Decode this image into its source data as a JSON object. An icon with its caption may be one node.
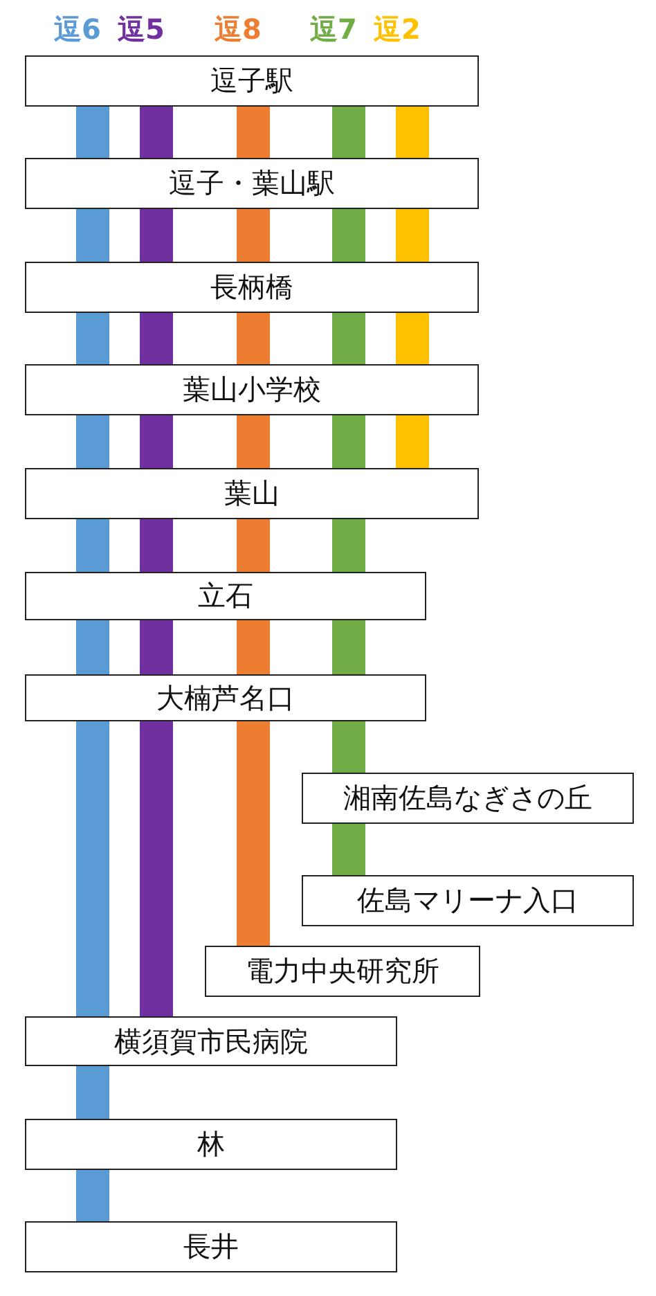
{
  "diagram": {
    "nodes": [
      {
        "text": [
          "逗子駅"
        ]
      },
      {
        "text": [
          "逗子・葉山駅"
        ]
      },
      {
        "text": [
          "長柄橋"
        ]
      },
      {
        "text": [
          "葉山小学校"
        ]
      },
      {
        "text": [
          "葉山"
        ]
      },
      {
        "text": [
          "立石"
        ]
      },
      {
        "text": [
          "大楠芦名口"
        ]
      },
      {
        "text": [
          "湘南佐島なぎさの丘"
        ]
      },
      {
        "text": [
          "佐島マリーナ入口"
        ]
      },
      {
        "text": [
          "電力中央研究所"
        ]
      },
      {
        "text": [
          "横須賀市民病院"
        ]
      },
      {
        "text": [
          "林"
        ]
      },
      {
        "text": [
          "長井"
        ]
      }
    ],
    "edges": [
      {
        "from": 0,
        "to": 1,
        "arrow": "none",
        "color": "#5b9bd5"
      },
      {
        "from": 1,
        "to": 2,
        "arrow": "none",
        "color": "#5b9bd5"
      },
      {
        "from": 2,
        "to": 3,
        "arrow": "none",
        "color": "#5b9bd5"
      },
      {
        "from": 3,
        "to": 4,
        "arrow": "none",
        "color": "#5b9bd5"
      },
      {
        "from": 4,
        "to": 5,
        "arrow": "none",
        "color": "#5b9bd5"
      },
      {
        "from": 5,
        "to": 6,
        "arrow": "none",
        "color": "#5b9bd5"
      },
      {
        "from": 6,
        "to": 10,
        "arrow": "none",
        "color": "#5b9bd5"
      },
      {
        "from": 10,
        "to": 11,
        "arrow": "none",
        "color": "#5b9bd5"
      },
      {
        "from": 11,
        "to": 12,
        "arrow": "none",
        "color": "#5b9bd5"
      },
      {
        "from": 0,
        "to": 1,
        "arrow": "none",
        "color": "#7030a0"
      },
      {
        "from": 1,
        "to": 2,
        "arrow": "none",
        "color": "#7030a0"
      },
      {
        "from": 2,
        "to": 3,
        "arrow": "none",
        "color": "#7030a0"
      },
      {
        "from": 3,
        "to": 4,
        "arrow": "none",
        "color": "#7030a0"
      },
      {
        "from": 4,
        "to": 5,
        "arrow": "none",
        "color": "#7030a0"
      },
      {
        "from": 5,
        "to": 6,
        "arrow": "none",
        "color": "#7030a0"
      },
      {
        "from": 6,
        "to": 10,
        "arrow": "none",
        "color": "#7030a0"
      },
      {
        "from": 0,
        "to": 1,
        "arrow": "none",
        "color": "#ed7d31"
      },
      {
        "from": 1,
        "to": 2,
        "arrow": "none",
        "color": "#ed7d31"
      },
      {
        "from": 2,
        "to": 3,
        "arrow": "none",
        "color": "#ed7d31"
      },
      {
        "from": 3,
        "to": 4,
        "arrow": "none",
        "color": "#ed7d31"
      },
      {
        "from": 4,
        "to": 5,
        "arrow": "none",
        "color": "#ed7d31"
      },
      {
        "from": 5,
        "to": 6,
        "arrow": "none",
        "color": "#ed7d31"
      },
      {
        "from": 6,
        "to": 9,
        "arrow": "none",
        "color": "#ed7d31"
      },
      {
        "from": 0,
        "to": 1,
        "arrow": "none",
        "color": "#70ad47"
      },
      {
        "from": 1,
        "to": 2,
        "arrow": "none",
        "color": "#70ad47"
      },
      {
        "from": 2,
        "to": 3,
        "arrow": "none",
        "color": "#70ad47"
      },
      {
        "from": 3,
        "to": 4,
        "arrow": "none",
        "color": "#70ad47"
      },
      {
        "from": 4,
        "to": 5,
        "arrow": "none",
        "color": "#70ad47"
      },
      {
        "from": 5,
        "to": 6,
        "arrow": "none",
        "color": "#70ad47"
      },
      {
        "from": 6,
        "to": 7,
        "arrow": "none",
        "color": "#70ad47"
      },
      {
        "from": 7,
        "to": 8,
        "arrow": "none",
        "color": "#70ad47"
      },
      {
        "from": 0,
        "to": 1,
        "arrow": "none",
        "color": "#ffc000"
      },
      {
        "from": 1,
        "to": 2,
        "arrow": "none",
        "color": "#ffc000"
      },
      {
        "from": 2,
        "to": 3,
        "arrow": "none",
        "color": "#ffc000"
      },
      {
        "from": 3,
        "to": 4,
        "arrow": "none",
        "color": "#ffc000"
      }
    ],
    "legend": [
      {
        "text": "逗6",
        "color": "#5b9bd5"
      },
      {
        "text": "逗5",
        "color": "#7030a0"
      },
      {
        "text": "逗8",
        "color": "#ed7d31"
      },
      {
        "text": "逗7",
        "color": "#70ad47"
      },
      {
        "text": "逗2",
        "color": "#ffc000"
      }
    ]
  }
}
